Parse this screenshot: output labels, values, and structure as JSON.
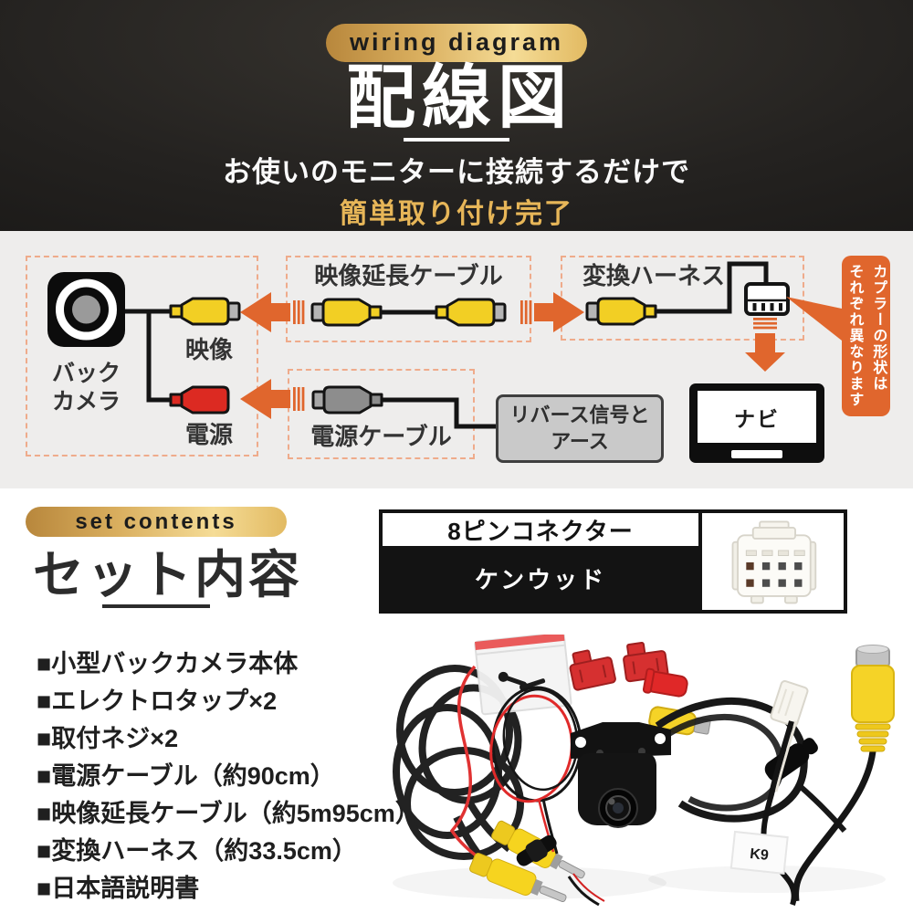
{
  "header": {
    "badge": "wiring diagram",
    "title": "配線図",
    "subtitle_line1": "お使いのモニターに接続するだけで",
    "subtitle_line2": "簡単取り付け完了"
  },
  "diagram": {
    "camera_label": "バック\nカメラ",
    "video_label": "映像",
    "power_label": "電源",
    "video_cable_label": "映像延長ケーブル",
    "harness_label": "変換ハーネス",
    "power_cable_label": "電源ケーブル",
    "reverse_label": "リバース信号と\nアース",
    "navi_label": "ナビ",
    "callout": "カプラーの形状は\nそれぞれ異なります"
  },
  "set_contents": {
    "badge": "set contents",
    "title": "セット内容",
    "table": {
      "header": "8ピンコネクター",
      "value": "ケンウッド",
      "image_name": "8-pin-connector-photo"
    },
    "items": [
      "■小型バックカメラ本体",
      "■エレクトロタップ×2",
      "■取付ネジ×2",
      "■電源ケーブル（約90cm）",
      "■映像延長ケーブル（約5m95cm）",
      "■変換ハーネス（約33.5cm）",
      "■日本語説明書"
    ],
    "photo_label": "K9"
  },
  "colors": {
    "accent_orange": "#e0662d",
    "dashed_border": "#efab8b",
    "gold_dark": "#b8873c",
    "gold_light": "#f5dc96",
    "gold_text": "#e7b658",
    "rca_yellow": "#f2cf24",
    "rca_red": "#dc2a22",
    "rca_gray": "#8d8d8d",
    "header_bg": "#1e1c1a",
    "diagram_bg": "#eeedec"
  }
}
